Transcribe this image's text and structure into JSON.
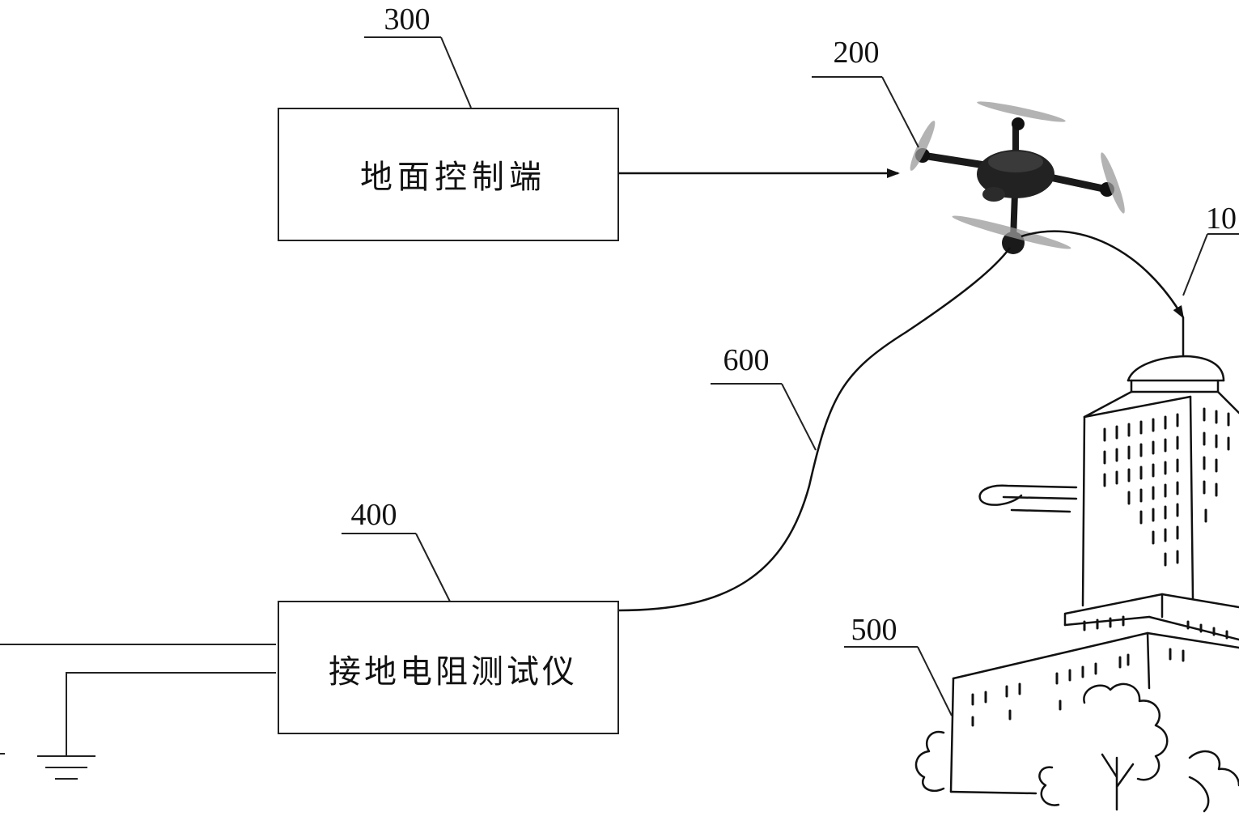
{
  "figure": {
    "labels": {
      "ground_control_ref": "300",
      "drone_ref": "200",
      "lightning_rod_ref": "10",
      "cable_ref": "600",
      "tester_ref": "400",
      "building_ref": "500"
    },
    "boxes": {
      "ground_control": "地面控制端",
      "ground_resistance_tester": "接地电阻测试仪"
    }
  }
}
